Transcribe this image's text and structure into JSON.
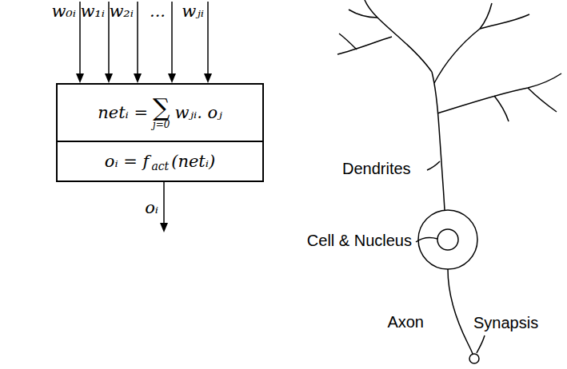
{
  "diagram": {
    "nodes": [
      {
        "text": [
          "netᵢ =",
          "∑",
          "j=0",
          "wⱼᵢ. oⱼ"
        ]
      },
      {
        "text": [
          "oᵢ = f",
          "act",
          "(netᵢ)"
        ]
      }
    ],
    "labels": [
      "w₀ᵢ",
      "w₁ᵢ",
      "w₂ᵢ",
      "...",
      "wⱼᵢ",
      "oᵢ",
      "Dendrites",
      "Cell & Nucleus",
      "Axon",
      "Synapsis"
    ]
  }
}
